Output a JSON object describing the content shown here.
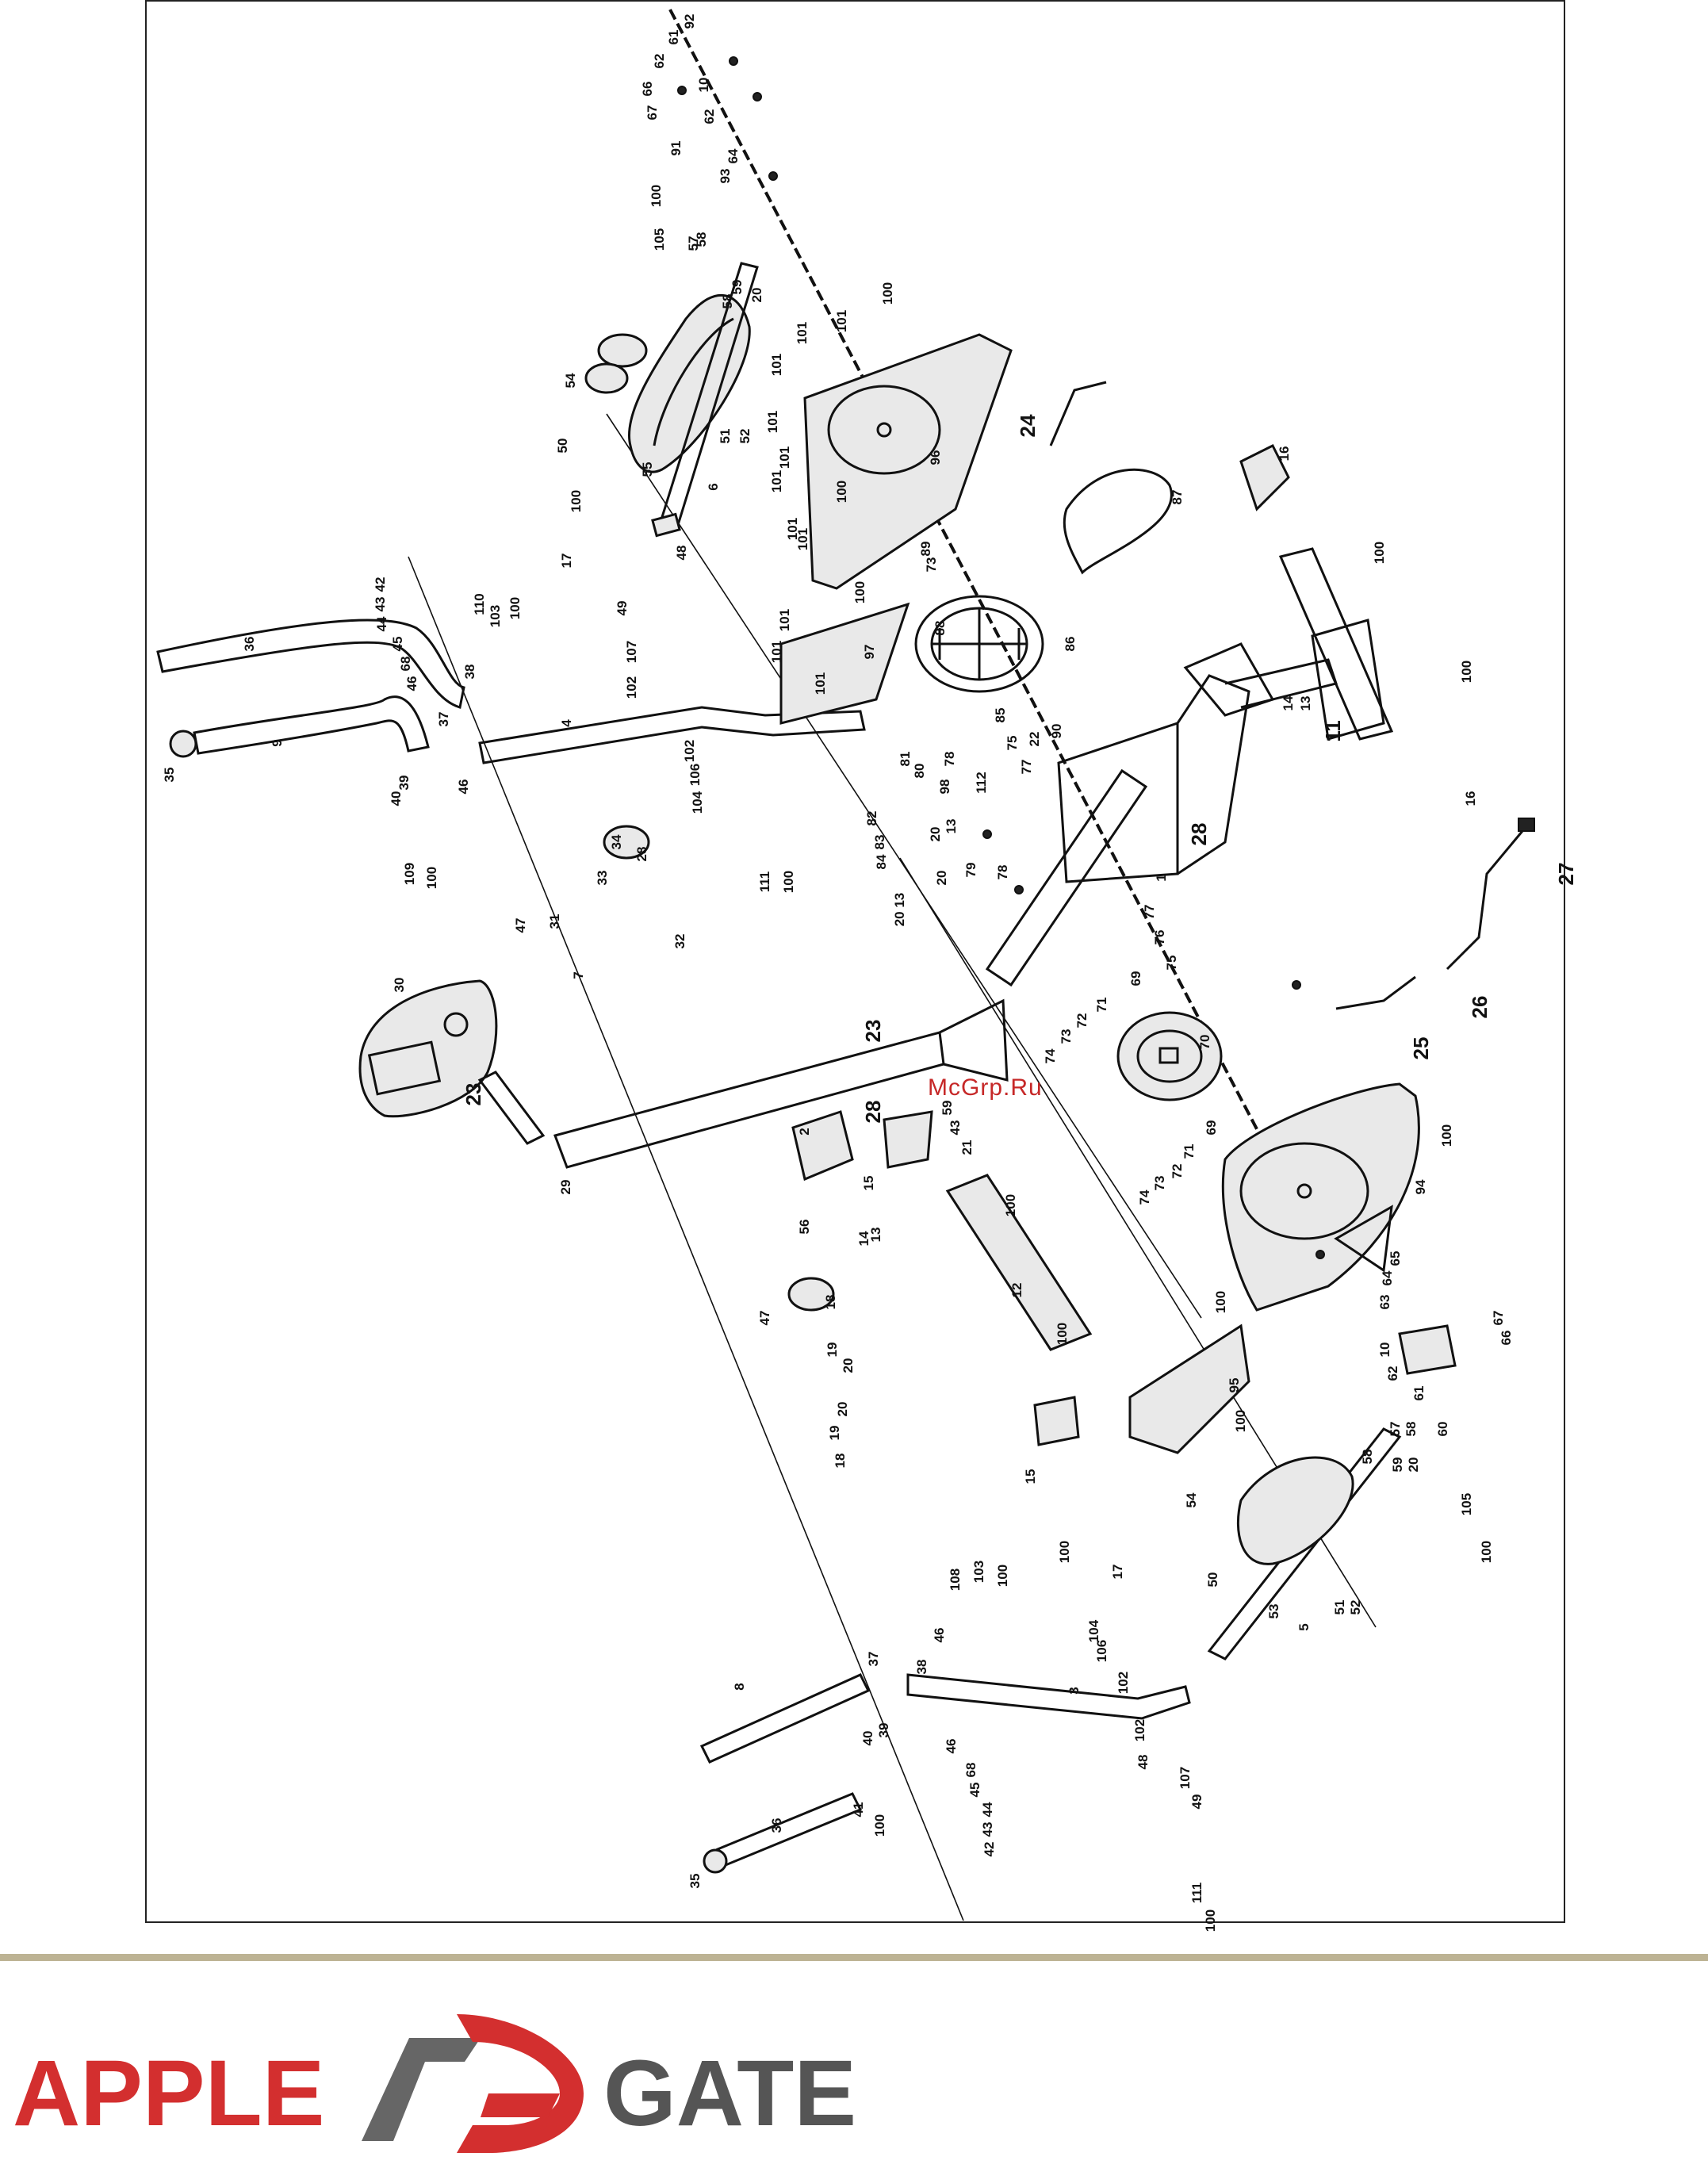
{
  "watermark": "McGrp.Ru",
  "brand": {
    "left_word": "APPLE",
    "right_word": "GATE",
    "colors": {
      "red": "#d32f2f",
      "gray": "#555555",
      "accent_rule": "#bdb394"
    }
  },
  "callouts": [
    {
      "id": "c92",
      "label": "92"
    },
    {
      "id": "c61a",
      "label": "61"
    },
    {
      "id": "c62a",
      "label": "62"
    },
    {
      "id": "c10a",
      "label": "10"
    },
    {
      "id": "c66a",
      "label": "66"
    },
    {
      "id": "c67a",
      "label": "67"
    },
    {
      "id": "c62b",
      "label": "62"
    },
    {
      "id": "c91",
      "label": "91"
    },
    {
      "id": "c64a",
      "label": "64"
    },
    {
      "id": "c93",
      "label": "93"
    },
    {
      "id": "c100a",
      "label": "100"
    },
    {
      "id": "c105a",
      "label": "105"
    },
    {
      "id": "c57a",
      "label": "57"
    },
    {
      "id": "c58a",
      "label": "58"
    },
    {
      "id": "c59a",
      "label": "59"
    },
    {
      "id": "c20a",
      "label": "20"
    },
    {
      "id": "c58b",
      "label": "58"
    },
    {
      "id": "c101a",
      "label": "101"
    },
    {
      "id": "c101b",
      "label": "101"
    },
    {
      "id": "c100b",
      "label": "100"
    },
    {
      "id": "c101c",
      "label": "101"
    },
    {
      "id": "c54a",
      "label": "54"
    },
    {
      "id": "c50a",
      "label": "50"
    },
    {
      "id": "c55",
      "label": "55"
    },
    {
      "id": "c51a",
      "label": "51"
    },
    {
      "id": "c52a",
      "label": "52"
    },
    {
      "id": "c6",
      "label": "6"
    },
    {
      "id": "c101d",
      "label": "101"
    },
    {
      "id": "c101e",
      "label": "101"
    },
    {
      "id": "c101f",
      "label": "101"
    },
    {
      "id": "c101g",
      "label": "101"
    },
    {
      "id": "c100c",
      "label": "100"
    },
    {
      "id": "c96",
      "label": "96"
    },
    {
      "id": "c24",
      "label": "24"
    },
    {
      "id": "c87",
      "label": "87"
    },
    {
      "id": "c16a",
      "label": "16"
    },
    {
      "id": "c100d",
      "label": "100"
    },
    {
      "id": "c48a",
      "label": "48"
    },
    {
      "id": "c17a",
      "label": "17"
    },
    {
      "id": "c100e",
      "label": "100"
    },
    {
      "id": "c101h",
      "label": "101"
    },
    {
      "id": "c89",
      "label": "89"
    },
    {
      "id": "c73a",
      "label": "73"
    },
    {
      "id": "c100f",
      "label": "100"
    },
    {
      "id": "c101i",
      "label": "101"
    },
    {
      "id": "c101j",
      "label": "101"
    },
    {
      "id": "c101k",
      "label": "101"
    },
    {
      "id": "c97",
      "label": "97"
    },
    {
      "id": "c88",
      "label": "88"
    },
    {
      "id": "c86",
      "label": "86"
    },
    {
      "id": "c36a",
      "label": "36"
    },
    {
      "id": "c9",
      "label": "9"
    },
    {
      "id": "c42a",
      "label": "42"
    },
    {
      "id": "c43a",
      "label": "43"
    },
    {
      "id": "c44a",
      "label": "44"
    },
    {
      "id": "c45a",
      "label": "45"
    },
    {
      "id": "c68a",
      "label": "68"
    },
    {
      "id": "c46a",
      "label": "46"
    },
    {
      "id": "c110",
      "label": "110"
    },
    {
      "id": "c103a",
      "label": "103"
    },
    {
      "id": "c100g",
      "label": "100"
    },
    {
      "id": "c38a",
      "label": "38"
    },
    {
      "id": "c49a",
      "label": "49"
    },
    {
      "id": "c107a",
      "label": "107"
    },
    {
      "id": "c102a",
      "label": "102"
    },
    {
      "id": "c4",
      "label": "4"
    },
    {
      "id": "c37a",
      "label": "37"
    },
    {
      "id": "c35a",
      "label": "35"
    },
    {
      "id": "c39a",
      "label": "39"
    },
    {
      "id": "c46b",
      "label": "46"
    },
    {
      "id": "c40a",
      "label": "40"
    },
    {
      "id": "c109",
      "label": "109"
    },
    {
      "id": "c100h",
      "label": "100"
    },
    {
      "id": "c102b",
      "label": "102"
    },
    {
      "id": "c106a",
      "label": "106"
    },
    {
      "id": "c104a",
      "label": "104"
    },
    {
      "id": "c111a",
      "label": "111"
    },
    {
      "id": "c100i",
      "label": "100"
    },
    {
      "id": "c14a",
      "label": "14"
    },
    {
      "id": "c13a",
      "label": "13"
    },
    {
      "id": "c11",
      "label": "11"
    },
    {
      "id": "c100j",
      "label": "100"
    },
    {
      "id": "c16b",
      "label": "16"
    },
    {
      "id": "c85",
      "label": "85"
    },
    {
      "id": "c75a",
      "label": "75"
    },
    {
      "id": "c22",
      "label": "22"
    },
    {
      "id": "c90",
      "label": "90"
    },
    {
      "id": "c77a",
      "label": "77"
    },
    {
      "id": "c81",
      "label": "81"
    },
    {
      "id": "c80",
      "label": "80"
    },
    {
      "id": "c78a",
      "label": "78"
    },
    {
      "id": "c98",
      "label": "98"
    },
    {
      "id": "c112",
      "label": "112"
    },
    {
      "id": "c82",
      "label": "82"
    },
    {
      "id": "c83",
      "label": "83"
    },
    {
      "id": "c84",
      "label": "84"
    },
    {
      "id": "c20b",
      "label": "20"
    },
    {
      "id": "c13b",
      "label": "13"
    },
    {
      "id": "c20c",
      "label": "20"
    },
    {
      "id": "c79",
      "label": "79"
    },
    {
      "id": "c78b",
      "label": "78"
    },
    {
      "id": "c2013",
      "label": "20 13"
    },
    {
      "id": "c28a",
      "label": "28"
    },
    {
      "id": "c1",
      "label": "1"
    },
    {
      "id": "c27",
      "label": "27"
    },
    {
      "id": "c47a",
      "label": "47"
    },
    {
      "id": "c34",
      "label": "34"
    },
    {
      "id": "c33",
      "label": "33"
    },
    {
      "id": "c28b",
      "label": "28"
    },
    {
      "id": "c31",
      "label": "31"
    },
    {
      "id": "c32",
      "label": "32"
    },
    {
      "id": "c7",
      "label": "7"
    },
    {
      "id": "c77b",
      "label": "77"
    },
    {
      "id": "c76",
      "label": "76"
    },
    {
      "id": "c75b",
      "label": "75"
    },
    {
      "id": "c69a",
      "label": "69"
    },
    {
      "id": "c71a",
      "label": "71"
    },
    {
      "id": "c72a",
      "label": "72"
    },
    {
      "id": "c73b",
      "label": "73"
    },
    {
      "id": "c74a",
      "label": "74"
    },
    {
      "id": "c70",
      "label": "70"
    },
    {
      "id": "c26",
      "label": "26"
    },
    {
      "id": "c25",
      "label": "25"
    },
    {
      "id": "c30",
      "label": "30"
    },
    {
      "id": "c23a",
      "label": "23"
    },
    {
      "id": "c23b",
      "label": "23"
    },
    {
      "id": "c29",
      "label": "29"
    },
    {
      "id": "c28c",
      "label": "28"
    },
    {
      "id": "c59b",
      "label": "59"
    },
    {
      "id": "c43b",
      "label": "43"
    },
    {
      "id": "c21",
      "label": "21"
    },
    {
      "id": "c2",
      "label": "2"
    },
    {
      "id": "c71b",
      "label": "71"
    },
    {
      "id": "c69b",
      "label": "69"
    },
    {
      "id": "c72b",
      "label": "72"
    },
    {
      "id": "c73c",
      "label": "73"
    },
    {
      "id": "c74b",
      "label": "74"
    },
    {
      "id": "c100k",
      "label": "100"
    },
    {
      "id": "c94",
      "label": "94"
    },
    {
      "id": "c56",
      "label": "56"
    },
    {
      "id": "c15a",
      "label": "15"
    },
    {
      "id": "c100l",
      "label": "100"
    },
    {
      "id": "c14b",
      "label": "14"
    },
    {
      "id": "c13c",
      "label": "13"
    },
    {
      "id": "c12",
      "label": "12"
    },
    {
      "id": "c18a",
      "label": "18"
    },
    {
      "id": "c19a",
      "label": "19"
    },
    {
      "id": "c20d",
      "label": "20"
    },
    {
      "id": "c100m",
      "label": "100"
    },
    {
      "id": "c100n",
      "label": "100"
    },
    {
      "id": "c65",
      "label": "65"
    },
    {
      "id": "c64b",
      "label": "64"
    },
    {
      "id": "c63",
      "label": "63"
    },
    {
      "id": "c10b",
      "label": "10"
    },
    {
      "id": "c67b",
      "label": "67"
    },
    {
      "id": "c66b",
      "label": "66"
    },
    {
      "id": "c62c",
      "label": "62"
    },
    {
      "id": "c61b",
      "label": "61"
    },
    {
      "id": "c47b",
      "label": "47"
    },
    {
      "id": "c20e",
      "label": "20"
    },
    {
      "id": "c19b",
      "label": "19"
    },
    {
      "id": "c18b",
      "label": "18"
    },
    {
      "id": "c95",
      "label": "95"
    },
    {
      "id": "c100o",
      "label": "100"
    },
    {
      "id": "c15b",
      "label": "15"
    },
    {
      "id": "c57b",
      "label": "57"
    },
    {
      "id": "c58c",
      "label": "58"
    },
    {
      "id": "c59c",
      "label": "59"
    },
    {
      "id": "c20f",
      "label": "20"
    },
    {
      "id": "c60",
      "label": "60"
    },
    {
      "id": "c58d",
      "label": "58"
    },
    {
      "id": "c54b",
      "label": "54"
    },
    {
      "id": "c50b",
      "label": "50"
    },
    {
      "id": "c53",
      "label": "53"
    },
    {
      "id": "c51b",
      "label": "51"
    },
    {
      "id": "c52b",
      "label": "52"
    },
    {
      "id": "c5",
      "label": "5"
    },
    {
      "id": "c105b",
      "label": "105"
    },
    {
      "id": "c100p",
      "label": "100"
    },
    {
      "id": "c100q",
      "label": "100"
    },
    {
      "id": "c17b",
      "label": "17"
    },
    {
      "id": "c108",
      "label": "108"
    },
    {
      "id": "c103b",
      "label": "103"
    },
    {
      "id": "c100r",
      "label": "100"
    },
    {
      "id": "c46c",
      "label": "46"
    },
    {
      "id": "c37b",
      "label": "37"
    },
    {
      "id": "c38b",
      "label": "38"
    },
    {
      "id": "c3",
      "label": "3"
    },
    {
      "id": "c8",
      "label": "8"
    },
    {
      "id": "c104b",
      "label": "104"
    },
    {
      "id": "c106b",
      "label": "106"
    },
    {
      "id": "c102c",
      "label": "102"
    },
    {
      "id": "c102d",
      "label": "102"
    },
    {
      "id": "c48b",
      "label": "48"
    },
    {
      "id": "c107b",
      "label": "107"
    },
    {
      "id": "c49b",
      "label": "49"
    },
    {
      "id": "c40b",
      "label": "40"
    },
    {
      "id": "c39b",
      "label": "39"
    },
    {
      "id": "c46d",
      "label": "46"
    },
    {
      "id": "c68b",
      "label": "68"
    },
    {
      "id": "c45b",
      "label": "45"
    },
    {
      "id": "c44b",
      "label": "44"
    },
    {
      "id": "c43c",
      "label": "43"
    },
    {
      "id": "c42b",
      "label": "42"
    },
    {
      "id": "c41",
      "label": "41"
    },
    {
      "id": "c100s",
      "label": "100"
    },
    {
      "id": "c36b",
      "label": "36"
    },
    {
      "id": "c35b",
      "label": "35"
    },
    {
      "id": "c111b",
      "label": "111"
    },
    {
      "id": "c100t",
      "label": "100"
    }
  ]
}
